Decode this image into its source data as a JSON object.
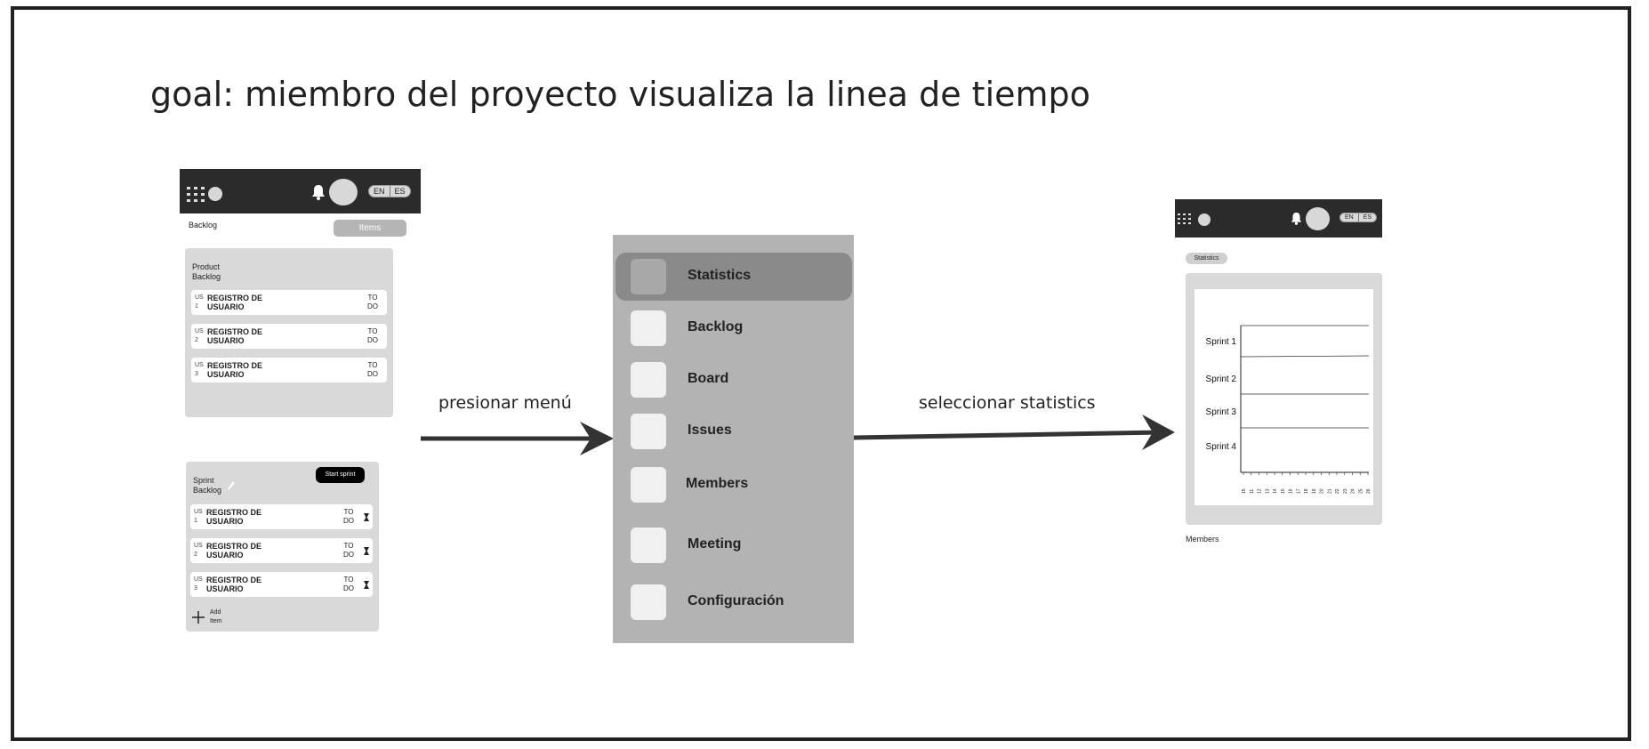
{
  "goal": "goal: miembro del proyecto visualiza la linea de tiempo",
  "colors": {
    "header": "#2b2b2b",
    "panel": "#b3b3b3",
    "active": "#8a8a8a",
    "card": "#d9d9d9"
  },
  "icons": [
    "grid-icon",
    "bell-icon",
    "avatar",
    "pencil-icon",
    "hourglass-icon",
    "plus-icon",
    "arrow-right-icon"
  ],
  "backlog_screen": {
    "header": {
      "lang_en": "EN",
      "lang_es": "ES"
    },
    "title": "Backlog",
    "items_button": "Items",
    "product_backlog": {
      "title_line1": "Product",
      "title_line2": "Backlog",
      "rows": [
        {
          "us_line1": "US",
          "us_line2": "1",
          "title_line1": "REGISTRO DE",
          "title_line2": "USUARIO",
          "status_line1": "TO",
          "status_line2": "DO"
        },
        {
          "us_line1": "US",
          "us_line2": "2",
          "title_line1": "REGISTRO DE",
          "title_line2": "USUARIO",
          "status_line1": "TO",
          "status_line2": "DO"
        },
        {
          "us_line1": "US",
          "us_line2": "3",
          "title_line1": "REGISTRO DE",
          "title_line2": "USUARIO",
          "status_line1": "TO",
          "status_line2": "DO"
        }
      ]
    },
    "sprint_backlog": {
      "title_line1": "Sprint",
      "title_line2": "Backlog",
      "start_button": "Start sprint",
      "rows": [
        {
          "us_line1": "US",
          "us_line2": "1",
          "title_line1": "REGISTRO DE",
          "title_line2": "USUARIO",
          "status_line1": "TO",
          "status_line2": "DO"
        },
        {
          "us_line1": "US",
          "us_line2": "2",
          "title_line1": "REGISTRO DE",
          "title_line2": "USUARIO",
          "status_line1": "TO",
          "status_line2": "DO"
        },
        {
          "us_line1": "US",
          "us_line2": "3",
          "title_line1": "REGISTRO DE",
          "title_line2": "USUARIO",
          "status_line1": "TO",
          "status_line2": "DO"
        }
      ],
      "add_line1": "Add",
      "add_line2": "Item"
    }
  },
  "arrow1_label": "presionar menú",
  "arrow2_label": "seleccionar statistics",
  "menu": {
    "items": [
      {
        "label": "Statistics",
        "active": true
      },
      {
        "label": "Backlog",
        "active": false
      },
      {
        "label": "Board",
        "active": false
      },
      {
        "label": "Issues",
        "active": false
      },
      {
        "label": "Members",
        "active": false
      },
      {
        "label": "Meeting",
        "active": false
      },
      {
        "label": "Configuración",
        "active": false
      }
    ]
  },
  "statistics_screen": {
    "header": {
      "lang_en": "EN",
      "lang_es": "ES"
    },
    "tag": "Statistics",
    "members_label": "Members",
    "chart_data": {
      "type": "table",
      "categories": [
        "Sprint 1",
        "Sprint 2",
        "Sprint 3",
        "Sprint 4"
      ],
      "x_ticks": [
        "15",
        "11",
        "12",
        "13",
        "14",
        "15",
        "16",
        "17",
        "18",
        "19",
        "20",
        "21",
        "22",
        "23",
        "24",
        "25",
        "26"
      ],
      "grid": true
    }
  }
}
